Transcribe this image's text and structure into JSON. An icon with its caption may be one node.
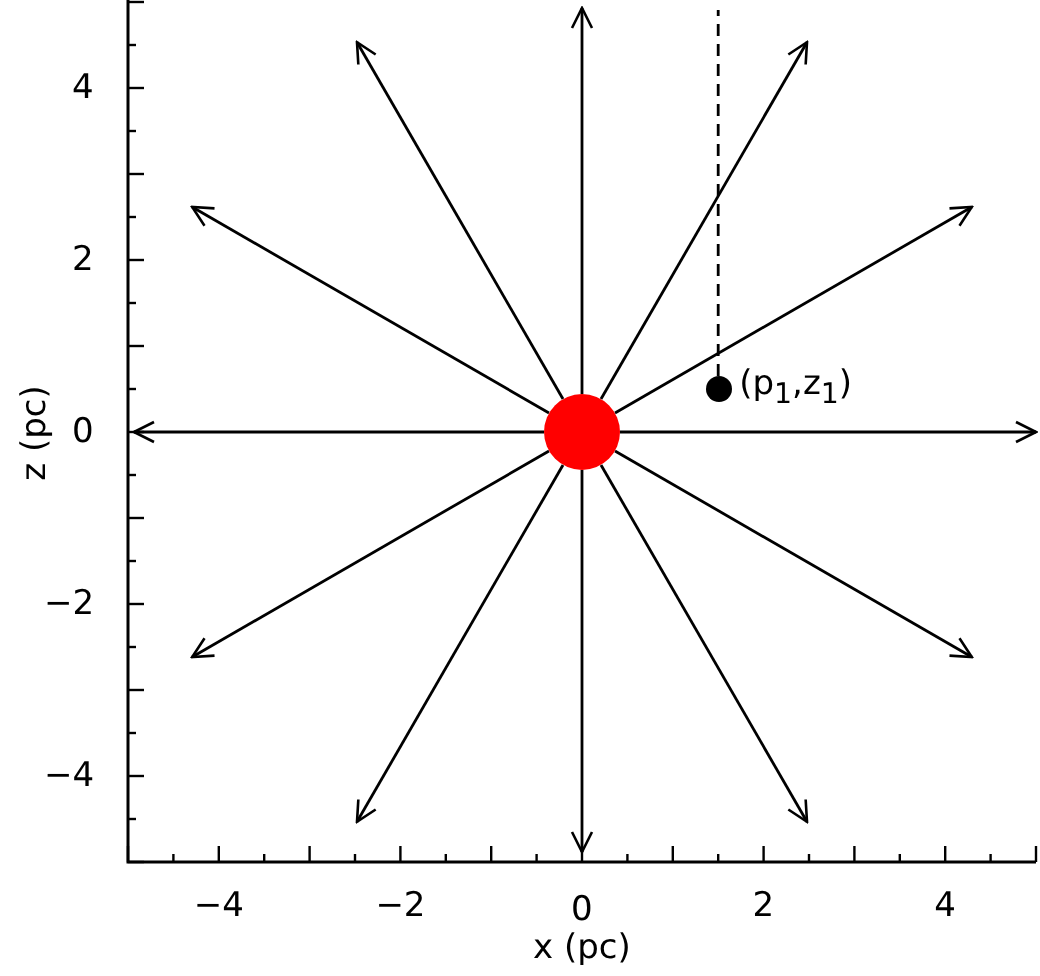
{
  "diagram": {
    "nodes": [
      {
        "text": [],
        "shape": "circle"
      },
      {
        "text": [],
        "shape": "circle",
        "beside": [
          "(p$_{1}$,z$_{1}$)"
        ]
      }
    ],
    "edges": [
      {
        "from": 0,
        "to": null,
        "arrow": "to"
      },
      {
        "from": 0,
        "to": null,
        "arrow": "to"
      },
      {
        "from": 0,
        "to": null,
        "arrow": "to"
      },
      {
        "from": 0,
        "to": null,
        "arrow": "to"
      },
      {
        "from": 0,
        "to": null,
        "arrow": "to"
      },
      {
        "from": 0,
        "to": null,
        "arrow": "to"
      },
      {
        "from": 0,
        "to": null,
        "arrow": "to"
      },
      {
        "from": 0,
        "to": null,
        "arrow": "to"
      },
      {
        "from": 0,
        "to": null,
        "arrow": "to"
      },
      {
        "from": 0,
        "to": null,
        "arrow": "to"
      },
      {
        "from": 0,
        "to": null,
        "arrow": "to"
      },
      {
        "from": 0,
        "to": null,
        "arrow": "to"
      },
      {
        "from": 1,
        "to": null,
        "arrow": "none",
        "style": "dashed"
      }
    ],
    "labels": [
      "4",
      "2",
      "0",
      "−2",
      "−4",
      "z (pc)",
      "−4",
      "−2",
      "0",
      "2",
      "4",
      "x (pc)"
    ]
  }
}
